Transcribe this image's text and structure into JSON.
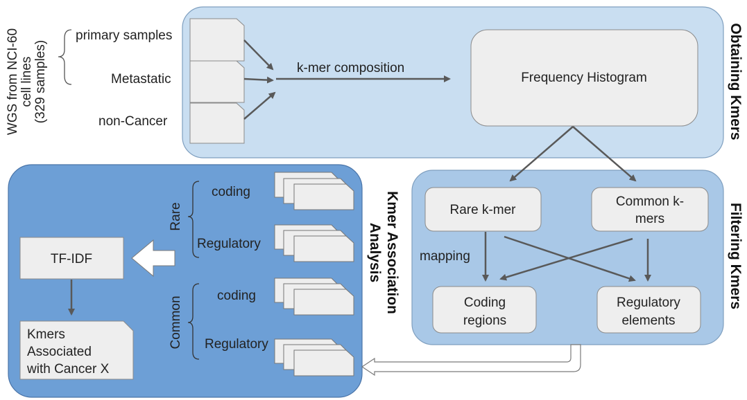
{
  "colors": {
    "panel_light": "#c9def1",
    "panel_mid": "#a9c8e7",
    "panel_dark": "#6d9fd6",
    "box_fill": "#eeeeee",
    "arrow": "#595959"
  },
  "left_side": {
    "wgs_line1": "WGS from NCI-60",
    "wgs_line2": "cell lines",
    "wgs_line3": "(329 samples)",
    "sample_primary": "primary samples",
    "sample_metastatic": "Metastatic",
    "sample_noncancer": "non-Cancer"
  },
  "obtaining": {
    "title": "Obtaining Kmers",
    "flow_label": "k-mer composition",
    "histogram": "Frequency Histogram"
  },
  "filtering": {
    "title": "Filtering Kmers",
    "rare_kmer": "Rare k-mer",
    "common_line1": "Common k-",
    "common_line2": "mers",
    "mapping": "mapping",
    "coding_line1": "Coding",
    "coding_line2": "regions",
    "regulatory_line1": "Regulatory",
    "regulatory_line2": "elements"
  },
  "association": {
    "title_line1": "Kmer Association",
    "title_line2": "Analysis",
    "rare_group": "Rare",
    "common_group": "Common",
    "rare_coding": "coding",
    "rare_regulatory": "Regulatory",
    "common_coding": "coding",
    "common_regulatory": "Regulatory",
    "tfidf": "TF-IDF",
    "result_line1": "Kmers",
    "result_line2": "Associated",
    "result_line3": "with Cancer X"
  }
}
